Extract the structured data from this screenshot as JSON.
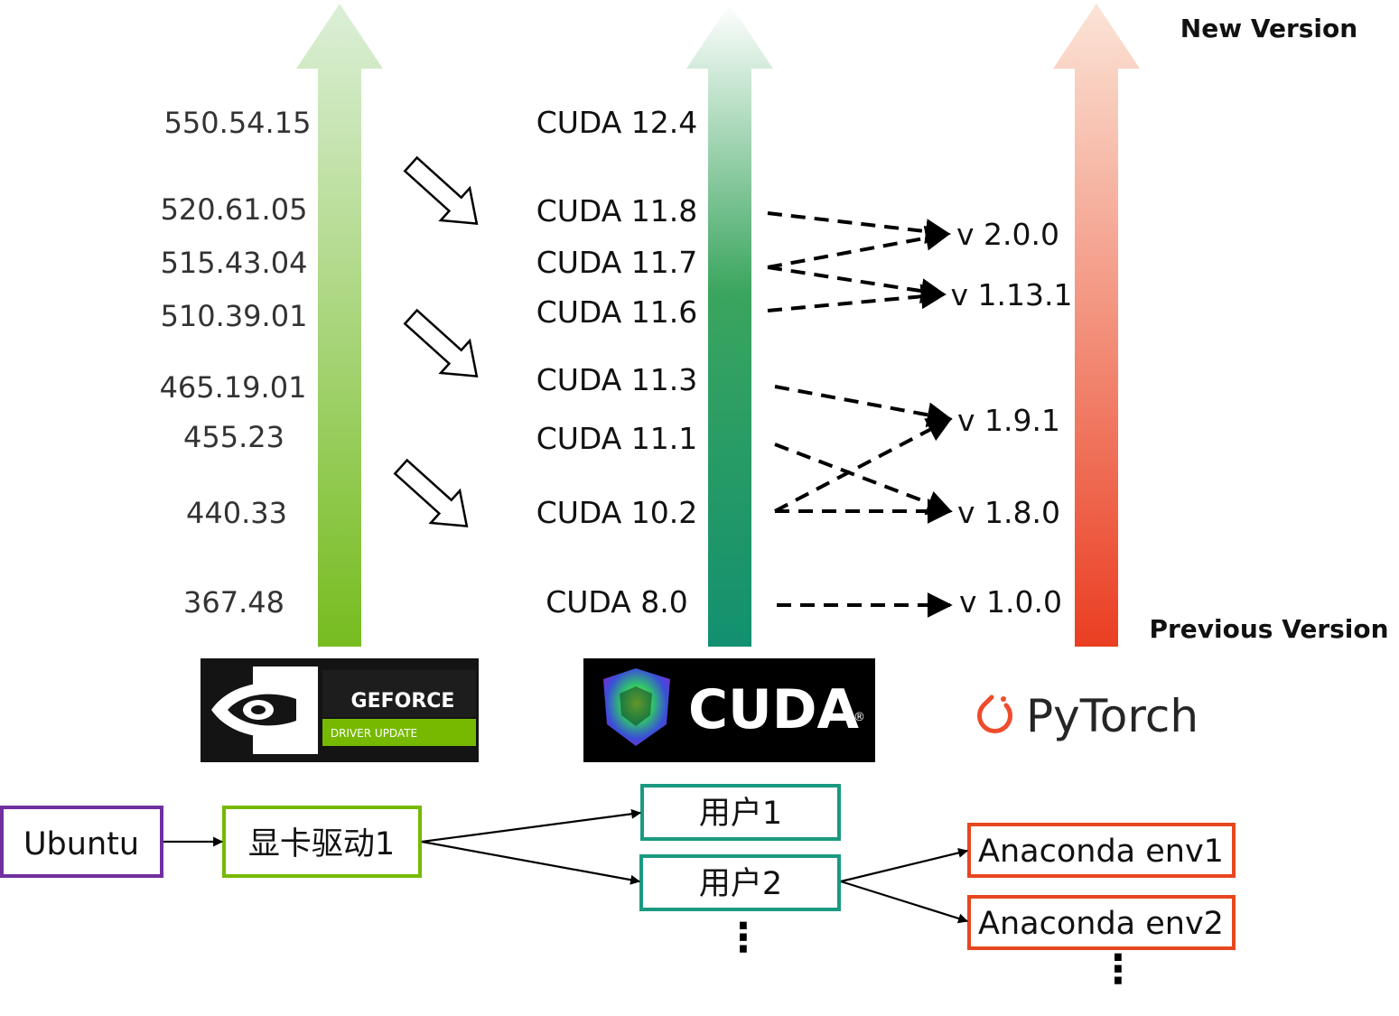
{
  "corner_labels": {
    "new_version": "New Version",
    "previous_version": "Previous Version"
  },
  "driver_versions": [
    "550.54.15",
    "520.61.05",
    "515.43.04",
    "510.39.01",
    "465.19.01",
    "455.23",
    "440.33",
    "367.48"
  ],
  "cuda_versions": [
    "CUDA 12.4",
    "CUDA 11.8",
    "CUDA 11.7",
    "CUDA 11.6",
    "CUDA 11.3",
    "CUDA 11.1",
    "CUDA 10.2",
    "CUDA 8.0"
  ],
  "pytorch_versions": [
    "v 2.0.0",
    "v 1.13.1",
    "v 1.9.1",
    "v 1.8.0",
    "v 1.0.0"
  ],
  "compat_links": [
    {
      "cuda": "CUDA 11.8",
      "pytorch": "v 2.0.0"
    },
    {
      "cuda": "CUDA 11.7",
      "pytorch": "v 2.0.0"
    },
    {
      "cuda": "CUDA 11.7",
      "pytorch": "v 1.13.1"
    },
    {
      "cuda": "CUDA 11.6",
      "pytorch": "v 1.13.1"
    },
    {
      "cuda": "CUDA 11.3",
      "pytorch": "v 1.9.1"
    },
    {
      "cuda": "CUDA 10.2",
      "pytorch": "v 1.9.1"
    },
    {
      "cuda": "CUDA 11.1",
      "pytorch": "v 1.8.0"
    },
    {
      "cuda": "CUDA 10.2",
      "pytorch": "v 1.8.0"
    },
    {
      "cuda": "CUDA 8.0",
      "pytorch": "v 1.0.0"
    }
  ],
  "logos": {
    "geforce": {
      "brand": "GEFORCE",
      "tagline": "DRIVER UPDATE"
    },
    "cuda": {
      "brand": "CUDA",
      "mark": "®"
    },
    "pytorch": {
      "brand": "PyTorch"
    }
  },
  "hierarchy": {
    "os": "Ubuntu",
    "driver": "显卡驱动1",
    "users": [
      "用户1",
      "用户2"
    ],
    "envs": [
      "Anaconda env1",
      "Anaconda env2"
    ],
    "more": "⋮"
  },
  "colors": {
    "driver_arrow_top": "#dcefd8",
    "driver_arrow_bottom": "#76bc1f",
    "cuda_arrow_top": "#ffffff",
    "cuda_arrow_bottom": "#12906f",
    "pytorch_arrow_top": "#fbe4d6",
    "pytorch_arrow_bottom": "#ea3e22",
    "ubuntu_border": "#7030a0",
    "driver_border": "#76b900",
    "user_border": "#1a9a80",
    "env_border": "#e8461e"
  }
}
